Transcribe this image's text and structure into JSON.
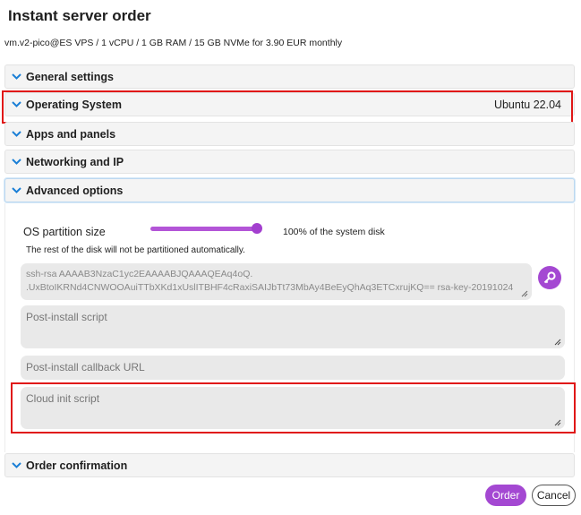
{
  "page": {
    "title": "Instant server order",
    "subtitle": "vm.v2-pico@ES VPS / 1 vCPU / 1 GB RAM / 15 GB NVMe for 3.90 EUR monthly"
  },
  "sections": {
    "general": {
      "label": "General settings"
    },
    "os": {
      "label": "Operating System",
      "value": "Ubuntu 22.04"
    },
    "apps": {
      "label": "Apps and panels"
    },
    "networking": {
      "label": "Networking and IP"
    },
    "advanced": {
      "label": "Advanced options"
    },
    "confirmation": {
      "label": "Order confirmation"
    }
  },
  "advanced": {
    "partition_label": "OS partition size",
    "partition_percent": 100,
    "partition_value_text": "100% of the system disk",
    "partition_note": "The rest of the disk will not be partitioned automatically.",
    "ssh_key_line1": "ssh-rsa AAAAB3NzaC1yc2EAAAABJQAAAQEAq4oQ.",
    "ssh_key_line2": ".UxBtoIKRNd4CNWOOAuiTTbXKd1xUslITBHF4cRaxiSAIJbTt73MbAy4BeEyQhAq3ETCxrujKQ== rsa-key-20191024",
    "post_install_script_placeholder": "Post-install script",
    "post_install_callback_placeholder": "Post-install callback URL",
    "cloud_init_placeholder": "Cloud init script"
  },
  "actions": {
    "order_label": "Order",
    "cancel_label": "Cancel"
  },
  "colors": {
    "accent": "#a448d2",
    "chevron": "#1a7fd6",
    "highlight": "#e01717"
  }
}
